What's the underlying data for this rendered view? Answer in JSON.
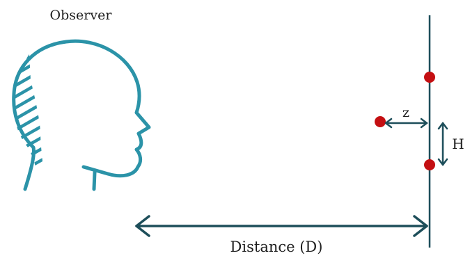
{
  "diagram": {
    "observer_label": "Observer",
    "offset_label": "z",
    "height_label": "H",
    "distance_label": "Distance (D)"
  },
  "colors": {
    "head": "#2b93a8",
    "line": "#1d4e5a",
    "dot": "#c40f12",
    "text": "#1e1e1e"
  }
}
